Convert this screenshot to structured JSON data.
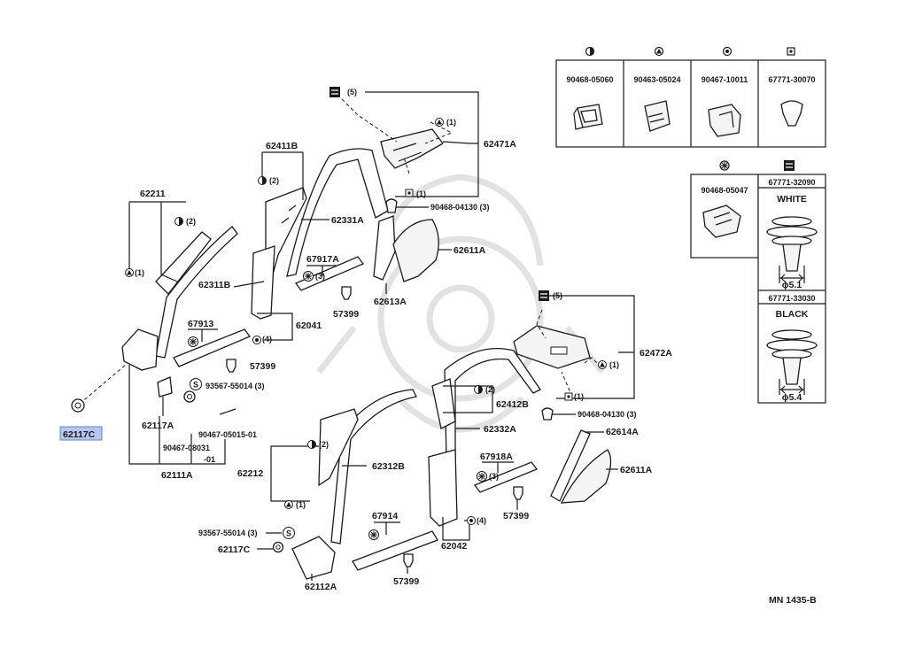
{
  "labels": {
    "p62211": "62211",
    "p62411B": "62411B",
    "p62331A": "62331A",
    "p62311B": "62311B",
    "p67917A": "67917A",
    "p57399_a": "57399",
    "p67913": "67913",
    "p62041": "62041",
    "p57399_b": "57399",
    "p93567_a": "93567-55014 (3)",
    "p62117A": "62117A",
    "p90467_05015": "90467-05015-01",
    "p90467_08031": "90467-08031",
    "p_01": "-01",
    "p62111A": "62111A",
    "p62117C": "62117C",
    "p62471A": "62471A",
    "p90468_04130_a": "90468-04130 (3)",
    "p62611A_a": "62611A",
    "p62613A": "62613A",
    "p62472A": "62472A",
    "p62412B": "62412B",
    "p90468_04130_b": "90468-04130 (3)",
    "p62332A": "62332A",
    "p62614A": "62614A",
    "p62212": "62212",
    "p62312B": "62312B",
    "p67918A": "67918A",
    "p62611A_b": "62611A",
    "p57399_c": "57399",
    "p67914": "67914",
    "p93567_b": "93567-55014 (3)",
    "p62117C_b": "62117C",
    "p62042": "62042",
    "p62112A": "62112A",
    "p57399_d": "57399",
    "qty1": "(1)",
    "qty2": "(2)",
    "qty3": "(3)",
    "qty4": "(4)",
    "qty5": "(5)",
    "s": "S",
    "ref": "MN  1435-B"
  },
  "fastener_table": {
    "row1": [
      "90468-05060",
      "90463-05024",
      "90467-10011",
      "67771-30070"
    ],
    "row2_clip": "90468-05047",
    "white_part": "67771-32090",
    "white_label": "WHITE",
    "white_dim": "ϕ5.1",
    "black_part": "67771-33030",
    "black_label": "BLACK",
    "black_dim": "ϕ5.4"
  },
  "highlight": {
    "color": "#b7c6ee"
  }
}
